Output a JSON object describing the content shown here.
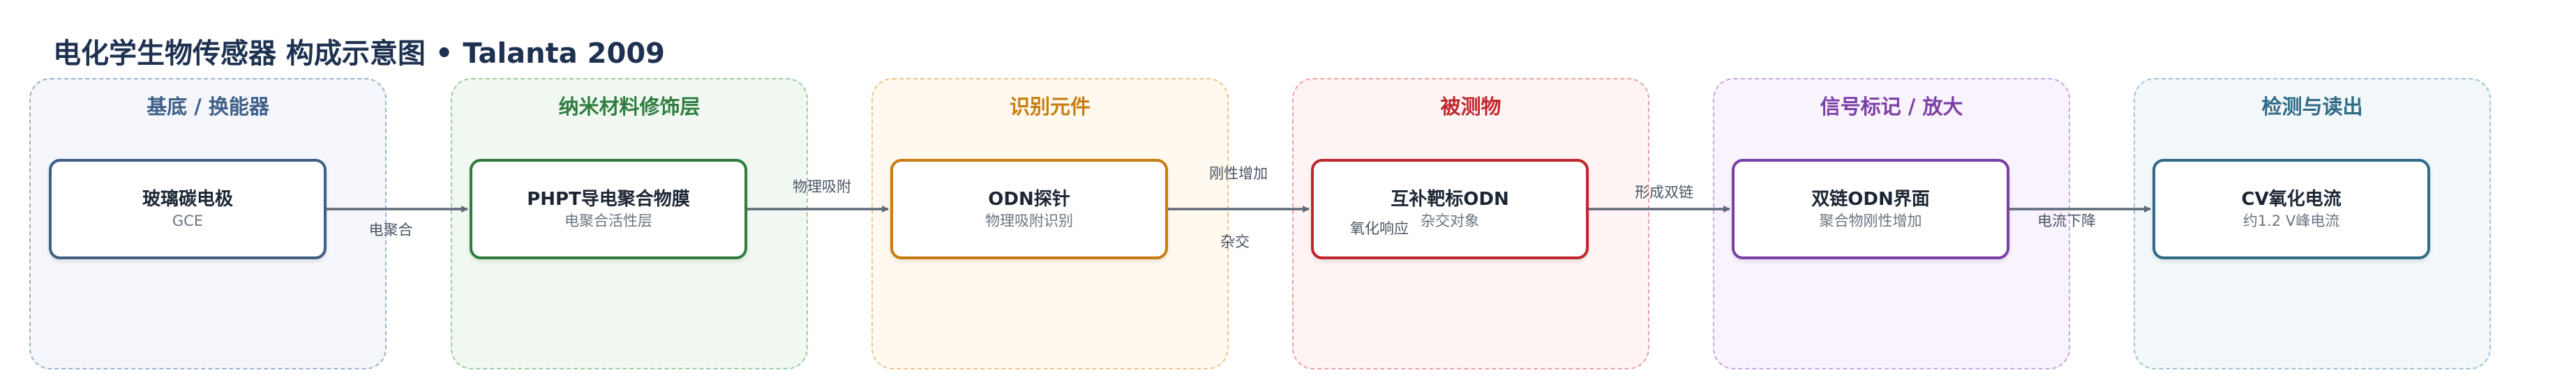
{
  "title": "电化学生物传感器 构成示意图 • Talanta 2009",
  "panels": [
    {
      "title": "基底 / 换能器",
      "color": "#3f5f86",
      "bg": "#f4f6fb",
      "border": "#9fb3cc",
      "node": {
        "name": "玻璃碳电极",
        "sub": "GCE",
        "border": "#3f5f86"
      }
    },
    {
      "title": "纳米材料修饰层",
      "color": "#2f7d3e",
      "bg": "#f1f8f2",
      "border": "#9ccca4",
      "node": {
        "name": "PHPT导电聚合物膜",
        "sub": "电聚合活性层",
        "border": "#2f7d3e"
      }
    },
    {
      "title": "识别元件",
      "color": "#c87d10",
      "bg": "#fff9ef",
      "border": "#eac58a",
      "node": {
        "name": "ODN探针",
        "sub": "物理吸附识别",
        "border": "#c87d10"
      }
    },
    {
      "title": "被测物",
      "color": "#c0272d",
      "bg": "#fff4f4",
      "border": "#eaa3a3",
      "node": {
        "name": "互补靶标ODN",
        "sub": "杂交对象",
        "border": "#c0272d"
      }
    },
    {
      "title": "信号标记 / 放大",
      "color": "#7b3fa6",
      "bg": "#f8f3fc",
      "border": "#c7a9de",
      "node": {
        "name": "双链ODN界面",
        "sub": "聚合物刚性增加",
        "border": "#7b3fa6"
      }
    },
    {
      "title": "检测与读出",
      "color": "#2f6a86",
      "bg": "#f2f7fa",
      "border": "#a4c2d2",
      "node": {
        "name": "CV氧化电流",
        "sub": "约1.2 V峰电流",
        "border": "#2f6a86"
      }
    }
  ],
  "edges": [
    {
      "label": "电聚合"
    },
    {
      "label": "物理吸附"
    },
    {
      "label": "杂交"
    },
    {
      "label": "形成双链"
    },
    {
      "label": "电流下降"
    }
  ],
  "extra_labels": {
    "rigidity": "刚性增加",
    "oxidation": "氧化响应"
  },
  "colors": {
    "arrow": "#5f6b79",
    "title": "#1e3150"
  }
}
